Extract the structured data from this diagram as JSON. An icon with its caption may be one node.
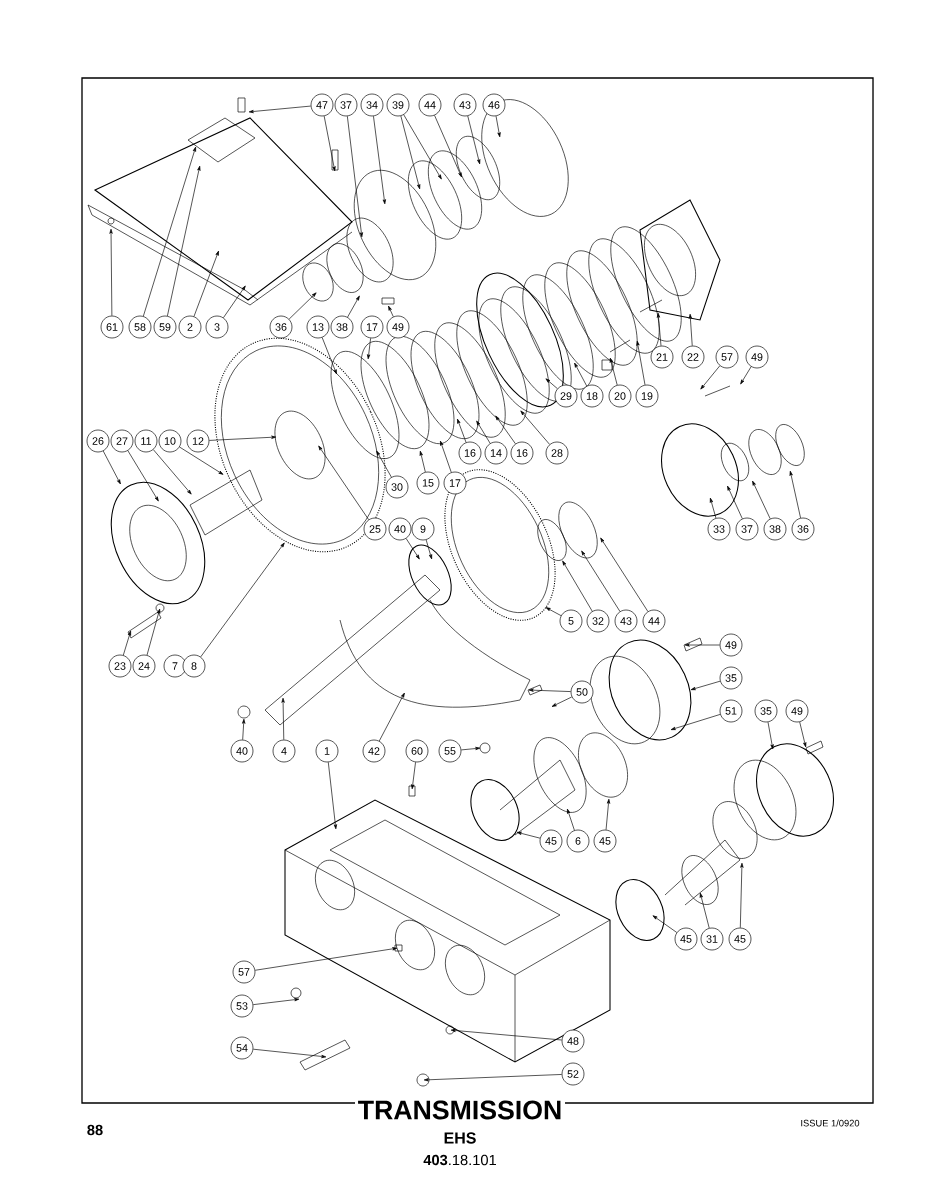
{
  "diagram": {
    "title": "TRANSMISSION",
    "nodes": [
      {
        "text": [
          "47"
        ]
      },
      {
        "text": [
          "37"
        ]
      },
      {
        "text": [
          "34"
        ]
      },
      {
        "text": [
          "39"
        ]
      },
      {
        "text": [
          "44"
        ]
      },
      {
        "text": [
          "43"
        ]
      },
      {
        "text": [
          "46"
        ]
      },
      {
        "text": [
          "61"
        ]
      },
      {
        "text": [
          "58"
        ]
      },
      {
        "text": [
          "59"
        ]
      },
      {
        "text": [
          "2"
        ]
      },
      {
        "text": [
          "3"
        ]
      },
      {
        "text": [
          "36"
        ]
      },
      {
        "text": [
          "13"
        ]
      },
      {
        "text": [
          "38"
        ]
      },
      {
        "text": [
          "17"
        ]
      },
      {
        "text": [
          "49"
        ]
      },
      {
        "text": [
          "21"
        ]
      },
      {
        "text": [
          "22"
        ]
      },
      {
        "text": [
          "57"
        ]
      },
      {
        "text": [
          "49"
        ]
      },
      {
        "text": [
          "29"
        ]
      },
      {
        "text": [
          "18"
        ]
      },
      {
        "text": [
          "20"
        ]
      },
      {
        "text": [
          "19"
        ]
      },
      {
        "text": [
          "26"
        ]
      },
      {
        "text": [
          "27"
        ]
      },
      {
        "text": [
          "11"
        ]
      },
      {
        "text": [
          "10"
        ]
      },
      {
        "text": [
          "12"
        ]
      },
      {
        "text": [
          "16"
        ]
      },
      {
        "text": [
          "14"
        ]
      },
      {
        "text": [
          "16"
        ]
      },
      {
        "text": [
          "28"
        ]
      },
      {
        "text": [
          "15"
        ]
      },
      {
        "text": [
          "17"
        ]
      },
      {
        "text": [
          "30"
        ]
      },
      {
        "text": [
          "25"
        ]
      },
      {
        "text": [
          "40"
        ]
      },
      {
        "text": [
          "9"
        ]
      },
      {
        "text": [
          "33"
        ]
      },
      {
        "text": [
          "37"
        ]
      },
      {
        "text": [
          "38"
        ]
      },
      {
        "text": [
          "36"
        ]
      },
      {
        "text": [
          "5"
        ]
      },
      {
        "text": [
          "32"
        ]
      },
      {
        "text": [
          "43"
        ]
      },
      {
        "text": [
          "44"
        ]
      },
      {
        "text": [
          "49"
        ]
      },
      {
        "text": [
          "23"
        ]
      },
      {
        "text": [
          "24"
        ]
      },
      {
        "text": [
          "7"
        ]
      },
      {
        "text": [
          "8"
        ]
      },
      {
        "text": [
          "35"
        ]
      },
      {
        "text": [
          "50"
        ]
      },
      {
        "text": [
          "51"
        ]
      },
      {
        "text": [
          "35"
        ]
      },
      {
        "text": [
          "49"
        ]
      },
      {
        "text": [
          "40"
        ]
      },
      {
        "text": [
          "4"
        ]
      },
      {
        "text": [
          "1"
        ]
      },
      {
        "text": [
          "42"
        ]
      },
      {
        "text": [
          "60"
        ]
      },
      {
        "text": [
          "55"
        ]
      },
      {
        "text": [
          "45"
        ]
      },
      {
        "text": [
          "6"
        ]
      },
      {
        "text": [
          "45"
        ]
      },
      {
        "text": [
          "45"
        ]
      },
      {
        "text": [
          "31"
        ]
      },
      {
        "text": [
          "45"
        ]
      },
      {
        "text": [
          "57"
        ]
      },
      {
        "text": [
          "53"
        ]
      },
      {
        "text": [
          "54"
        ]
      },
      {
        "text": [
          "48"
        ]
      },
      {
        "text": [
          "52"
        ]
      }
    ],
    "edges": [
      {
        "from": 0,
        "to": null,
        "arrow": "to"
      },
      {
        "from": 0,
        "to": null,
        "arrow": "to"
      },
      {
        "from": 1,
        "to": null,
        "arrow": "to"
      },
      {
        "from": 2,
        "to": null,
        "arrow": "to"
      },
      {
        "from": 3,
        "to": null,
        "arrow": "to"
      },
      {
        "from": 3,
        "to": null,
        "arrow": "to"
      },
      {
        "from": 4,
        "to": null,
        "arrow": "to"
      },
      {
        "from": 5,
        "to": null,
        "arrow": "to"
      },
      {
        "from": 6,
        "to": null,
        "arrow": "to"
      },
      {
        "from": 7,
        "to": null,
        "arrow": "to"
      },
      {
        "from": 8,
        "to": null,
        "arrow": "to"
      },
      {
        "from": 9,
        "to": null,
        "arrow": "to"
      },
      {
        "from": 10,
        "to": null,
        "arrow": "to"
      },
      {
        "from": 11,
        "to": null,
        "arrow": "to"
      },
      {
        "from": 12,
        "to": null,
        "arrow": "to"
      },
      {
        "from": 13,
        "to": null,
        "arrow": "to"
      },
      {
        "from": 14,
        "to": null,
        "arrow": "to"
      },
      {
        "from": 15,
        "to": null,
        "arrow": "to"
      },
      {
        "from": 16,
        "to": null,
        "arrow": "to"
      },
      {
        "from": 17,
        "to": null,
        "arrow": "to"
      },
      {
        "from": 18,
        "to": null,
        "arrow": "to"
      },
      {
        "from": 19,
        "to": null,
        "arrow": "to"
      },
      {
        "from": 20,
        "to": null,
        "arrow": "to"
      },
      {
        "from": 21,
        "to": null,
        "arrow": "to"
      },
      {
        "from": 22,
        "to": null,
        "arrow": "to"
      },
      {
        "from": 23,
        "to": null,
        "arrow": "to"
      },
      {
        "from": 24,
        "to": null,
        "arrow": "to"
      },
      {
        "from": 25,
        "to": null,
        "arrow": "to"
      },
      {
        "from": 26,
        "to": null,
        "arrow": "to"
      },
      {
        "from": 27,
        "to": null,
        "arrow": "to"
      },
      {
        "from": 28,
        "to": null,
        "arrow": "to"
      },
      {
        "from": 29,
        "to": null,
        "arrow": "to"
      },
      {
        "from": 30,
        "to": null,
        "arrow": "to"
      },
      {
        "from": 31,
        "to": null,
        "arrow": "to"
      },
      {
        "from": 32,
        "to": null,
        "arrow": "to"
      },
      {
        "from": 33,
        "to": null,
        "arrow": "to"
      },
      {
        "from": 34,
        "to": null,
        "arrow": "to"
      },
      {
        "from": 35,
        "to": null,
        "arrow": "to"
      },
      {
        "from": 36,
        "to": null,
        "arrow": "to"
      },
      {
        "from": 37,
        "to": null,
        "arrow": "to"
      },
      {
        "from": 38,
        "to": null,
        "arrow": "to"
      },
      {
        "from": 39,
        "to": null,
        "arrow": "to"
      },
      {
        "from": 40,
        "to": null,
        "arrow": "to"
      },
      {
        "from": 41,
        "to": null,
        "arrow": "to"
      },
      {
        "from": 42,
        "to": null,
        "arrow": "to"
      },
      {
        "from": 43,
        "to": null,
        "arrow": "to"
      },
      {
        "from": 44,
        "to": null,
        "arrow": "to"
      },
      {
        "from": 45,
        "to": null,
        "arrow": "to"
      },
      {
        "from": 46,
        "to": null,
        "arrow": "to"
      },
      {
        "from": 47,
        "to": null,
        "arrow": "to"
      },
      {
        "from": 48,
        "to": null,
        "arrow": "to"
      },
      {
        "from": 49,
        "to": null,
        "arrow": "to"
      },
      {
        "from": 50,
        "to": null,
        "arrow": "to"
      },
      {
        "from": 52,
        "to": null,
        "arrow": "to"
      },
      {
        "from": 53,
        "to": null,
        "arrow": "to"
      },
      {
        "from": 54,
        "to": null,
        "arrow": "to"
      },
      {
        "from": 54,
        "to": null,
        "arrow": "to"
      },
      {
        "from": 55,
        "to": null,
        "arrow": "to"
      },
      {
        "from": 56,
        "to": null,
        "arrow": "to"
      },
      {
        "from": 57,
        "to": null,
        "arrow": "to"
      },
      {
        "from": 58,
        "to": null,
        "arrow": "to"
      },
      {
        "from": 59,
        "to": null,
        "arrow": "to"
      },
      {
        "from": 60,
        "to": null,
        "arrow": "to"
      },
      {
        "from": 61,
        "to": null,
        "arrow": "to"
      },
      {
        "from": 62,
        "to": null,
        "arrow": "to"
      },
      {
        "from": 63,
        "to": null,
        "arrow": "to"
      },
      {
        "from": 64,
        "to": null,
        "arrow": "to"
      },
      {
        "from": 65,
        "to": null,
        "arrow": "to"
      },
      {
        "from": 66,
        "to": null,
        "arrow": "to"
      },
      {
        "from": 67,
        "to": null,
        "arrow": "to"
      },
      {
        "from": 68,
        "to": null,
        "arrow": "to"
      },
      {
        "from": 69,
        "to": null,
        "arrow": "to"
      },
      {
        "from": 70,
        "to": null,
        "arrow": "to"
      },
      {
        "from": 71,
        "to": null,
        "arrow": "to"
      },
      {
        "from": 72,
        "to": null,
        "arrow": "to"
      },
      {
        "from": 73,
        "to": null,
        "arrow": "to"
      },
      {
        "from": 74,
        "to": null,
        "arrow": "to"
      }
    ],
    "labels": [
      "ISSUE 1/0920",
      "88",
      "EHS",
      "**403**.18.101"
    ]
  }
}
